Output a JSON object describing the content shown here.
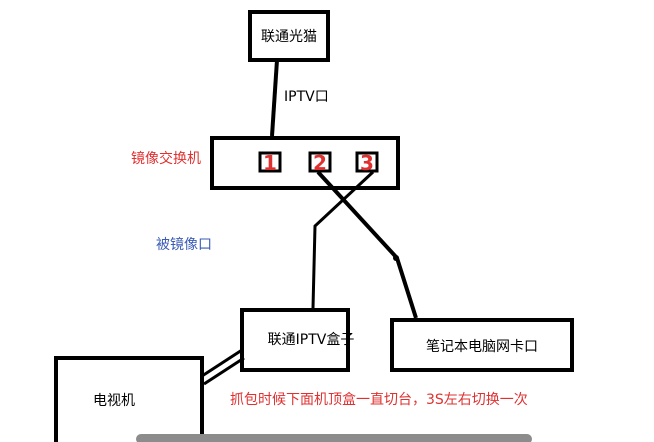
{
  "boxes": {
    "modem": "联通光猫",
    "switch": "镜像交换机",
    "iptv_box": "联通IPTV盒子",
    "laptop": "笔记本电脑网卡口",
    "tv": "电视机"
  },
  "labels": {
    "iptv_port": "IPTV口",
    "mirrored_port": "被镜像口",
    "note": "抓包时候下面机顶盒一直切台，3S左右切换一次"
  },
  "ports": [
    "1",
    "2",
    "3"
  ],
  "colors": {
    "stroke": "#000000",
    "red": "#e03131",
    "blue": "#3b5bb5"
  }
}
